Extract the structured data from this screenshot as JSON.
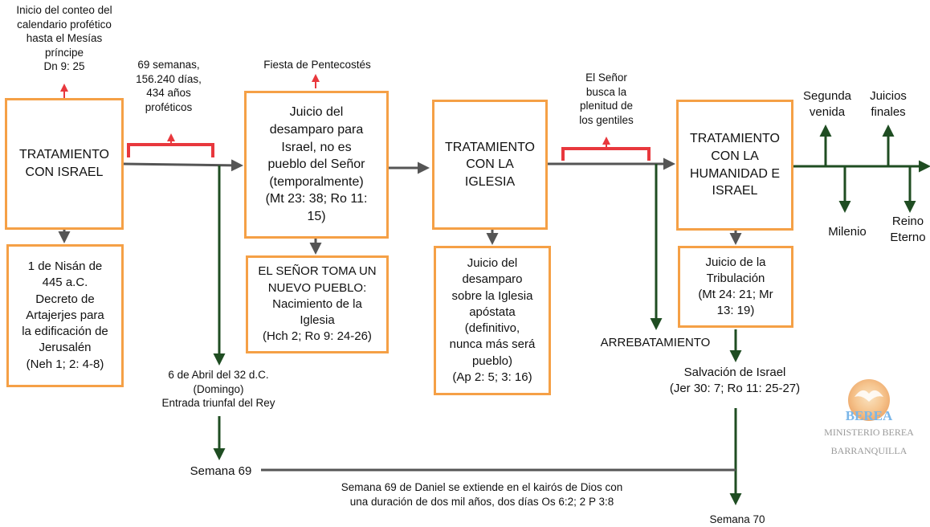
{
  "top_note": "Inicio del conteo del\ncalendario profético\nhasta el Mesías\npríncipe\nDn 9: 25",
  "weeks_note": "69 semanas,\n156.240 días,\n434 años\nproféticos",
  "pentecost": "Fiesta de Pentecostés",
  "gentiles": "El Señor\nbusca la\nplenitud de\nlos gentiles",
  "boxes": {
    "israel": "TRATAMIENTO\nCON ISRAEL",
    "judgment": "Juicio del\ndesamparo para\nIsrael, no es\npueblo del Señor\n(temporalmente)\n(Mt 23: 38; Ro 11:\n15)",
    "church": "TRATAMIENTO\nCON LA\nIGLESIA",
    "humanity": "TRATAMIENTO\nCON LA\nHUMANIDAD E\nISRAEL",
    "decree": "1 de Nisán de\n445 a.C.\nDecreto de\nArtajerjes para\nla edificación de\nJerusalén\n(Neh 1; 2: 4-8)",
    "new_people": "EL SEÑOR TOMA UN\nNUEVO PUEBLO:\nNacimiento de la\nIglesia\n(Hch 2; Ro 9: 24-26)",
    "church_judgment": "Juicio del\ndesamparo\nsobre la Iglesia\napóstata\n(definitivo,\nnunca más será\npueblo)\n(Ap 2: 5; 3: 16)",
    "tribulation": "Juicio de la\nTribulación\n(Mt 24: 21; Mr\n13: 19)"
  },
  "entry_note": "6 de Abril del 32 d.C.\n(Domingo)\nEntrada triunfal del Rey",
  "week69": "Semana 69",
  "rapture": "ARREBATAMIENTO",
  "salvation": "Salvación de Israel\n(Jer 30: 7; Ro 11: 25-27)",
  "timeline": {
    "second_coming": "Segunda\nvenida",
    "final_judgments": "Juicios\nfinales",
    "millennium": "Milenio",
    "eternal_kingdom": "Reino\nEterno"
  },
  "daniel_note": "Semana 69 de Daniel se extiende en el kairós de Dios con\nuna duración de dos mil años, dos días Os 6:2; 2 P 3:8",
  "week70": "Semana 70",
  "logo": {
    "word": "BEREA",
    "line1": "MINISTERIO BEREA",
    "line2": "BARRANQUILLA"
  },
  "colors": {
    "box_border": "#f5a046",
    "bracket": "#e8383d",
    "gray_arrow": "#555555",
    "green_arrow": "#1f4d22"
  }
}
